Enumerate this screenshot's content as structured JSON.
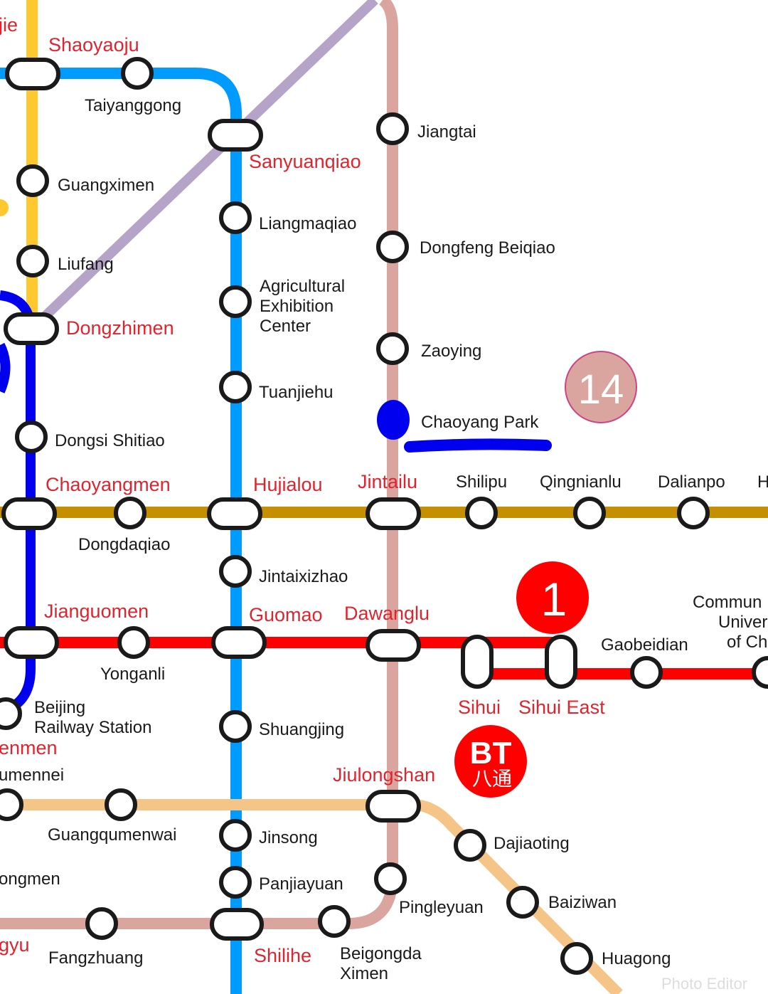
{
  "map": {
    "line_colors": {
      "line2_yellow": "#FFC82E",
      "line10_blue": "#009BFF",
      "airport_purple": "#B5A3C8",
      "line14_pink": "#D9A59E",
      "line2_darkblue": "#0000EE",
      "line6_gold": "#C49000",
      "line1_red": "#FF0000",
      "line7_peach": "#F5C487",
      "interchange_text": "#E0242E"
    },
    "badges": {
      "line14": "14",
      "line1": "1",
      "batong_top": "BT",
      "batong_bottom": "八通"
    },
    "interchanges": {
      "jie": "jie",
      "shaoyaoju": "Shaoyaoju",
      "sanyuanqiao": "Sanyuanqiao",
      "dongzhimen": "Dongzhimen",
      "chaoyangmen": "Chaoyangmen",
      "hujialou": "Hujialou",
      "jintailu": "Jintailu",
      "jianguomen": "Jianguomen",
      "guomao": "Guomao",
      "dawanglu": "Dawanglu",
      "sihui": "Sihui",
      "sihui_east": "Sihui East",
      "enmen": "enmen",
      "jiulongshan": "Jiulongshan",
      "shilihe": "Shilihe",
      "gyu": "gyu"
    },
    "stations": {
      "taiyanggong": "Taiyanggong",
      "guangximen": "Guangximen",
      "liufang": "Liufang",
      "liangmaqiao": "Liangmaqiao",
      "agri1": "Agricultural",
      "agri2": "Exhibition",
      "agri3": "Center",
      "tuanjiehu": "Tuanjiehu",
      "dongsi_shitiao": "Dongsi Shitiao",
      "jiangtai": "Jiangtai",
      "dongfeng_beiqiao": "Dongfeng Beiqiao",
      "zaoying": "Zaoying",
      "chaoyang_park": "Chaoyang Park",
      "shilipu": "Shilipu",
      "qingnianlu": "Qingnianlu",
      "dalianpo": "Dalianpo",
      "h": "H",
      "dongdaqiao": "Dongdaqiao",
      "jintaixizhao": "Jintaixizhao",
      "yonganli": "Yonganli",
      "gaobeidian": "Gaobeidian",
      "cuc1": "Commun",
      "cuc2": "Univer",
      "cuc3": "of Ch",
      "bjrs1": "Beijing",
      "bjrs2": "Railway Station",
      "shuangjing": "Shuangjing",
      "umennei": "umennei",
      "guangqumenwai": "Guangqumenwai",
      "jinsong": "Jinsong",
      "dajiaoting": "Dajiaoting",
      "ongmen": "ongmen",
      "panjiayuan": "Panjiayuan",
      "pingleyuan": "Pingleyuan",
      "baiziwan": "Baiziwan",
      "fangzhuang": "Fangzhuang",
      "beigongda1": "Beigongda",
      "beigongda2": "Ximen",
      "huagong": "Huagong"
    },
    "watermark": "Photo Editor"
  }
}
